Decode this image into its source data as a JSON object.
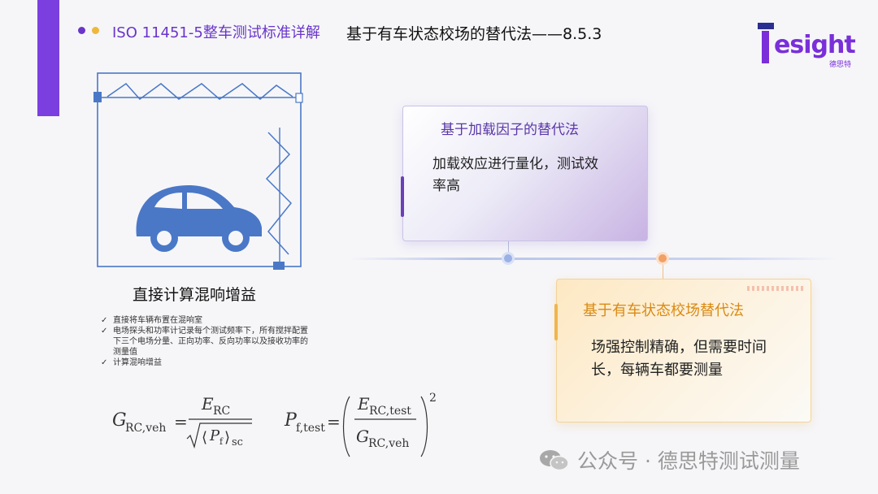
{
  "header": {
    "title": "ISO 11451-5整车测试标准详解",
    "dot_colors": [
      "#6a35c9",
      "#f0b83a"
    ],
    "accent_color": "#7b3fe0"
  },
  "slide_title": "基于有车状态校场的替代法——8.5.3",
  "logo": {
    "text": "Tesight",
    "sub": "德思特"
  },
  "left_panel": {
    "caption": "直接计算混响增益",
    "bullets": [
      "直接将车辆布置在混响室",
      "电场探头和功率计记录每个测试频率下，所有搅拌配置下三个电场分量、正向功率、反向功率以及接收功率的测量值",
      "计算混响增益"
    ],
    "bullet_icon": "check-icon",
    "car_icon": "car-icon",
    "car_color": "#4a78c7"
  },
  "formulas": {
    "g_rc_veh": "G_RC,veh = E_RC / √⟨P_f⟩_sc",
    "p_f_test": "P_f,test = (E_RC,test / G_RC,veh)^2"
  },
  "cards": [
    {
      "title": "基于加载因子的替代法",
      "body": "加载效应进行量化，测试效率高",
      "title_color": "#5a37a8"
    },
    {
      "title": "基于有车状态校场替代法",
      "body": "场强控制精确，但需要时间长，每辆车都要测量",
      "title_color": "#d98a12"
    }
  ],
  "watermark": {
    "text": "公众号 · 德思特测试测量",
    "icon": "wechat-icon"
  }
}
